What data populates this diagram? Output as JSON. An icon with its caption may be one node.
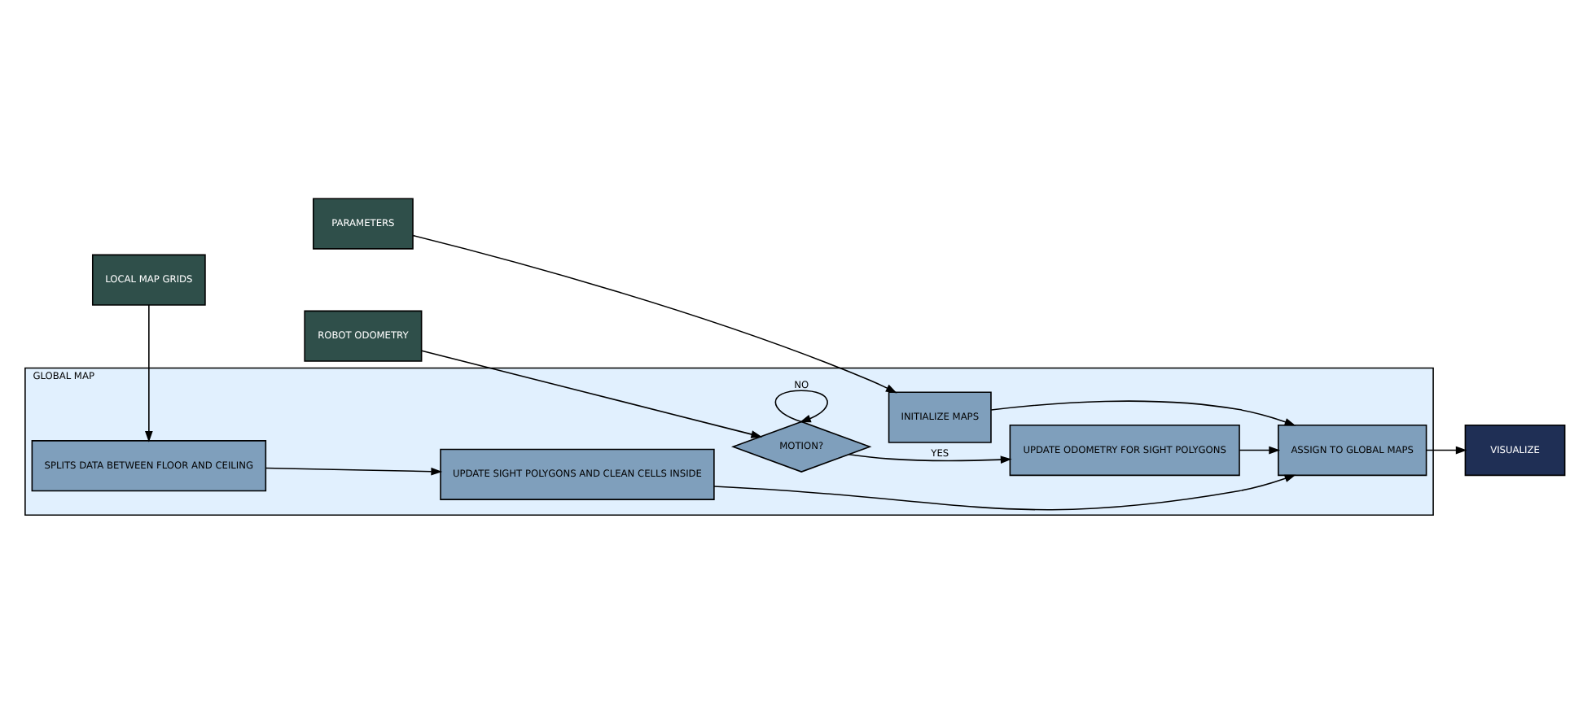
{
  "diagram": {
    "nodes": [
      {
        "text": [
          "LOCAL MAP GRIDS"
        ]
      },
      {
        "text": [
          "PARAMETERS"
        ]
      },
      {
        "text": [
          "ROBOT ODOMETRY"
        ]
      },
      {
        "text": [
          "GLOBAL MAP"
        ]
      },
      {
        "text": [
          "SPLITS DATA BETWEEN FLOOR AND CEILING"
        ],
        "in": 3
      },
      {
        "text": [
          "UPDATE SIGHT POLYGONS AND CLEAN CELLS INSIDE"
        ],
        "in": 3
      },
      {
        "text": [
          "INITIALIZE MAPS"
        ],
        "in": 3
      },
      {
        "text": [
          "ASSIGN TO GLOBAL MAPS"
        ],
        "in": 3
      },
      {
        "text": [
          "MOTION?"
        ],
        "in": 3
      },
      {
        "text": [
          "UPDATE ODOMETRY FOR SIGHT POLYGONS"
        ],
        "in": 3
      },
      {
        "text": [
          "VISUALIZE"
        ]
      }
    ],
    "edges": [
      {
        "from": 0,
        "to": 4,
        "arrow": "to"
      },
      {
        "from": 4,
        "to": 5,
        "arrow": "to"
      },
      {
        "from": 5,
        "to": 7,
        "arrow": "to"
      },
      {
        "from": 1,
        "to": 6,
        "arrow": "to"
      },
      {
        "from": 6,
        "to": 7,
        "arrow": "to"
      },
      {
        "from": 7,
        "to": 10,
        "arrow": "to"
      },
      {
        "from": 2,
        "to": 8,
        "arrow": "to"
      },
      {
        "from": 8,
        "to": 8,
        "arrow": "to",
        "label": "NO"
      },
      {
        "from": 8,
        "to": 9,
        "arrow": "to",
        "label": "YES"
      },
      {
        "from": 9,
        "to": 7,
        "arrow": "to"
      }
    ]
  }
}
